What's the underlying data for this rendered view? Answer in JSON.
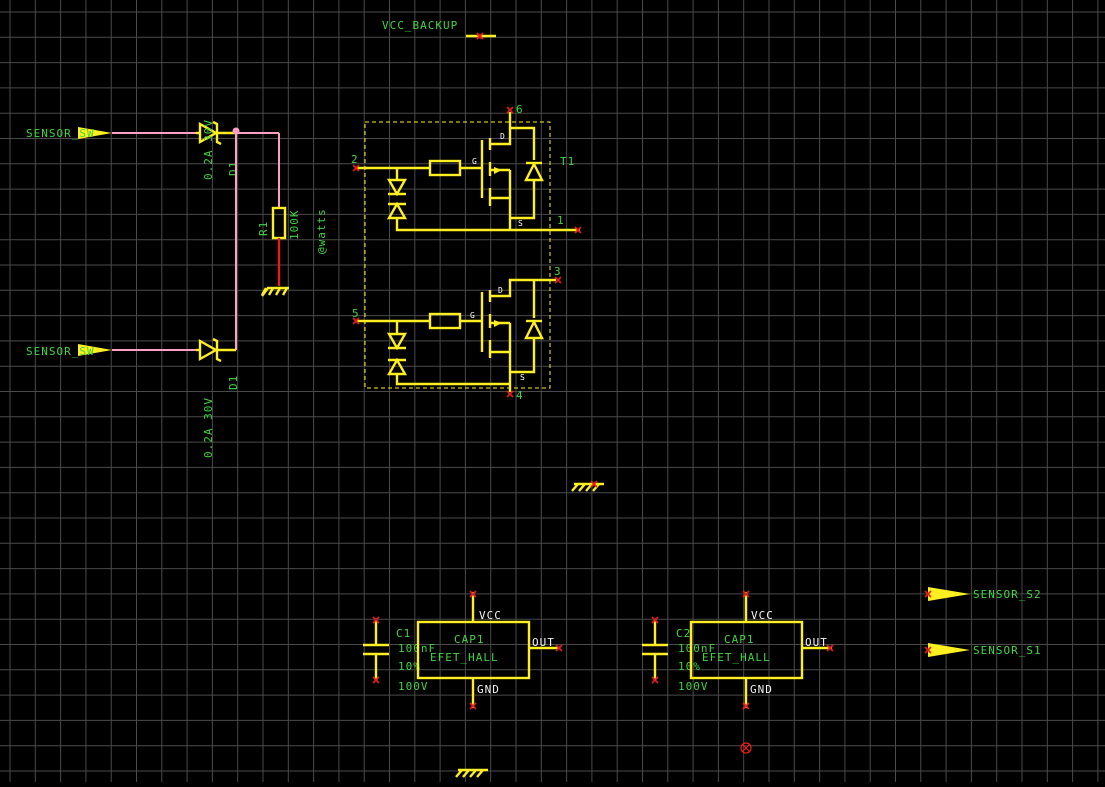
{
  "labels": {
    "vcc_backup": "VCC_BACKUP",
    "sensor_sw_top": "SENSOR_SW",
    "sensor_sw_bot": "SENSOR_SW",
    "d1_top_rating": "0.2A 30V",
    "d1_top_ref": "D1",
    "d1_bot_rating": "0.2A 30V",
    "d1_bot_ref": "D1",
    "r1_ref": "R1",
    "r1_val": "100K",
    "t1_value": "@watts",
    "t1_ref": "T1",
    "t1_pin6": "6",
    "t1_pin2": "2",
    "t1_pin1": "1",
    "t1_pin3": "3",
    "t1_pin5": "5",
    "t1_pin4": "4",
    "pin_g": "G",
    "pin_d": "D",
    "pin_s": "S",
    "sensor_s2": "SENSOR_S2",
    "sensor_s1": "SENSOR_S1",
    "c1_ref": "C1",
    "c2_ref": "C2",
    "cap_value": "100nF",
    "cap_tol": "10%",
    "cap_volt": "100V",
    "u1_type": "CAP1",
    "u1_name": "EFET_HALL",
    "u2_type": "CAP1",
    "u2_name": "EFET_HALL",
    "vcc": "VCC",
    "gnd": "GND",
    "out": "OUT"
  },
  "colors": {
    "background": "#000000",
    "grid": "#4a4a4a",
    "component": "#ffee22",
    "wire": "#ff9ec6",
    "label": "#3fd63f",
    "pin_marker": "#e81d1d"
  }
}
